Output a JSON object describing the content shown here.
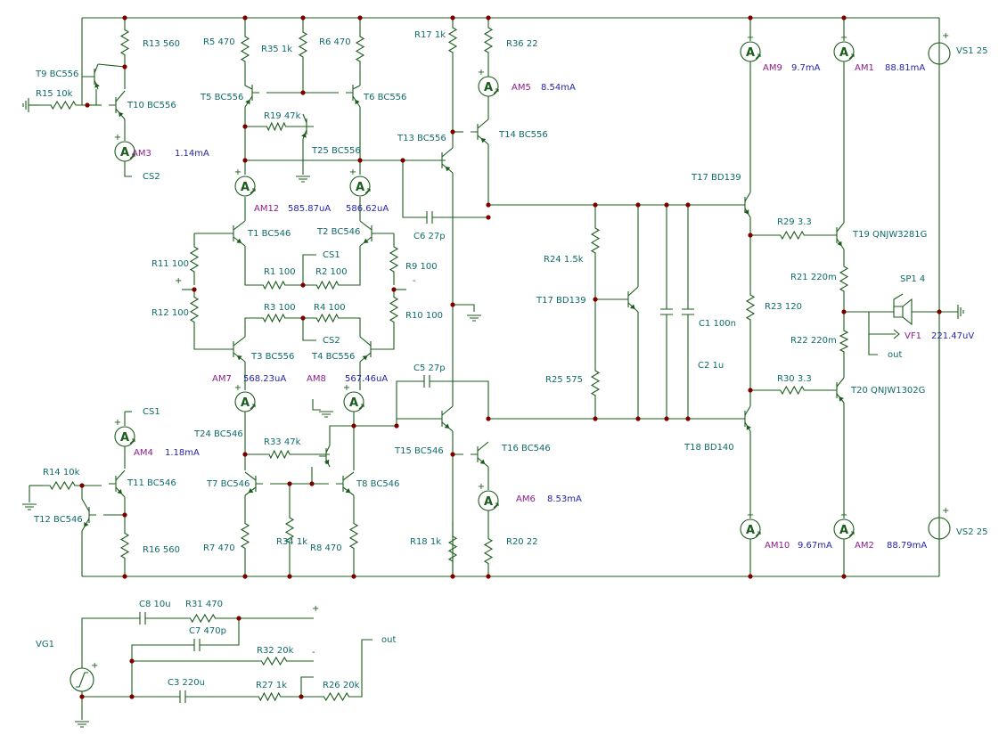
{
  "resistors": [
    {
      "id": "r13",
      "label": "R13 560"
    },
    {
      "id": "r5",
      "label": "R5 470"
    },
    {
      "id": "r35",
      "label": "R35 1k"
    },
    {
      "id": "r6",
      "label": "R6 470"
    },
    {
      "id": "r17",
      "label": "R17 1k"
    },
    {
      "id": "r36",
      "label": "R36 22"
    },
    {
      "id": "r15",
      "label": "R15 10k"
    },
    {
      "id": "r19",
      "label": "R19 47k"
    },
    {
      "id": "r11",
      "label": "R11 100"
    },
    {
      "id": "r1",
      "label": "R1 100"
    },
    {
      "id": "r2",
      "label": "R2 100"
    },
    {
      "id": "r9",
      "label": "R9 100"
    },
    {
      "id": "r12",
      "label": "R12 100"
    },
    {
      "id": "r3",
      "label": "R3 100"
    },
    {
      "id": "r4",
      "label": "R4 100"
    },
    {
      "id": "r10",
      "label": "R10 100"
    },
    {
      "id": "r33",
      "label": "R33 47k"
    },
    {
      "id": "r14",
      "label": "R14 10k"
    },
    {
      "id": "r16",
      "label": "R16 560"
    },
    {
      "id": "r7",
      "label": "R7 470"
    },
    {
      "id": "r34",
      "label": "R34 1k"
    },
    {
      "id": "r8",
      "label": "R8 470"
    },
    {
      "id": "r18",
      "label": "R18 1k"
    },
    {
      "id": "r20",
      "label": "R20 22"
    },
    {
      "id": "r24",
      "label": "R24 1.5k"
    },
    {
      "id": "r25",
      "label": "R25 575"
    },
    {
      "id": "r29",
      "label": "R29 3.3"
    },
    {
      "id": "r21",
      "label": "R21 220m"
    },
    {
      "id": "r23",
      "label": "R23 120"
    },
    {
      "id": "r22",
      "label": "R22 220m"
    },
    {
      "id": "r30",
      "label": "R30 3.3"
    },
    {
      "id": "r31",
      "label": "R31 470"
    },
    {
      "id": "r32",
      "label": "R32 20k"
    },
    {
      "id": "r27",
      "label": "R27 1k"
    },
    {
      "id": "r26",
      "label": "R26 20k"
    }
  ],
  "transistors": [
    {
      "id": "t9",
      "label": "T9 BC556"
    },
    {
      "id": "t10",
      "label": "T10 BC556"
    },
    {
      "id": "t5",
      "label": "T5 BC556"
    },
    {
      "id": "t6",
      "label": "T6 BC556"
    },
    {
      "id": "t25a",
      "label": "T25 BC556"
    },
    {
      "id": "t13",
      "label": "T13 BC556"
    },
    {
      "id": "t14",
      "label": "T14 BC556"
    },
    {
      "id": "t1",
      "label": "T1 BC546"
    },
    {
      "id": "t2",
      "label": "T2 BC546"
    },
    {
      "id": "t3",
      "label": "T3 BC556"
    },
    {
      "id": "t4",
      "label": "T4 BC556"
    },
    {
      "id": "t24",
      "label": "T24 BC546"
    },
    {
      "id": "t7",
      "label": "T7 BC546"
    },
    {
      "id": "t8",
      "label": "T8 BC546"
    },
    {
      "id": "t11",
      "label": "T11 BC546"
    },
    {
      "id": "t12",
      "label": "T12 BC546"
    },
    {
      "id": "t15",
      "label": "T15 BC546"
    },
    {
      "id": "t16",
      "label": "T16 BC546"
    },
    {
      "id": "t17a",
      "label": "T17 BD139"
    },
    {
      "id": "t17b",
      "label": "T17 BD139"
    },
    {
      "id": "t18",
      "label": "T18 BD140"
    },
    {
      "id": "t19",
      "label": "T19 QNJW3281G"
    },
    {
      "id": "t20",
      "label": "T20 QNJW1302G"
    }
  ],
  "capacitors": [
    {
      "id": "c6",
      "label": "C6 27p"
    },
    {
      "id": "c5",
      "label": "C5 27p"
    },
    {
      "id": "c1",
      "label": "C1 100n"
    },
    {
      "id": "c2",
      "label": "C2 1u"
    },
    {
      "id": "c8",
      "label": "C8 10u"
    },
    {
      "id": "c7",
      "label": "C7 470p"
    },
    {
      "id": "c3",
      "label": "C3 220u"
    }
  ],
  "ammeters": [
    {
      "id": "am3",
      "name": "AM3",
      "value": "1.14mA"
    },
    {
      "id": "am5",
      "name": "AM5",
      "value": "8.54mA"
    },
    {
      "id": "am12",
      "name": "AM12",
      "value": "585.87uA"
    },
    {
      "id": "am586",
      "name": "",
      "value": "586.62uA"
    },
    {
      "id": "am7",
      "name": "AM7",
      "value": "568.23uA"
    },
    {
      "id": "am8",
      "name": "AM8",
      "value": "567.46uA"
    },
    {
      "id": "am4",
      "name": "AM4",
      "value": "1.18mA"
    },
    {
      "id": "am6",
      "name": "AM6",
      "value": "8.53mA"
    },
    {
      "id": "am9",
      "name": "AM9",
      "value": "9.7mA"
    },
    {
      "id": "am1",
      "name": "AM1",
      "value": "88.81mA"
    },
    {
      "id": "am10",
      "name": "AM10",
      "value": "9.67mA"
    },
    {
      "id": "am2",
      "name": "AM2",
      "value": "88.79mA"
    }
  ],
  "sources": [
    {
      "id": "vs1",
      "label": "VS1 25"
    },
    {
      "id": "vs2",
      "label": "VS2 25"
    },
    {
      "id": "vg1",
      "label": "VG1"
    },
    {
      "id": "sp1",
      "label": "SP1 4"
    }
  ],
  "voltmeter": {
    "name": "VF1",
    "value": "221.47uV"
  },
  "nets": {
    "cs1": "CS1",
    "cs2": "CS2",
    "plus": "+",
    "minus": "-",
    "out": "out"
  },
  "ammeter_glyph": "A",
  "colors": {
    "wire": "#1a5c1a",
    "label": "#0f6a6a",
    "meter_name": "#8b1e8b",
    "meter_value": "#2424a8",
    "junction": "#7a0000"
  }
}
